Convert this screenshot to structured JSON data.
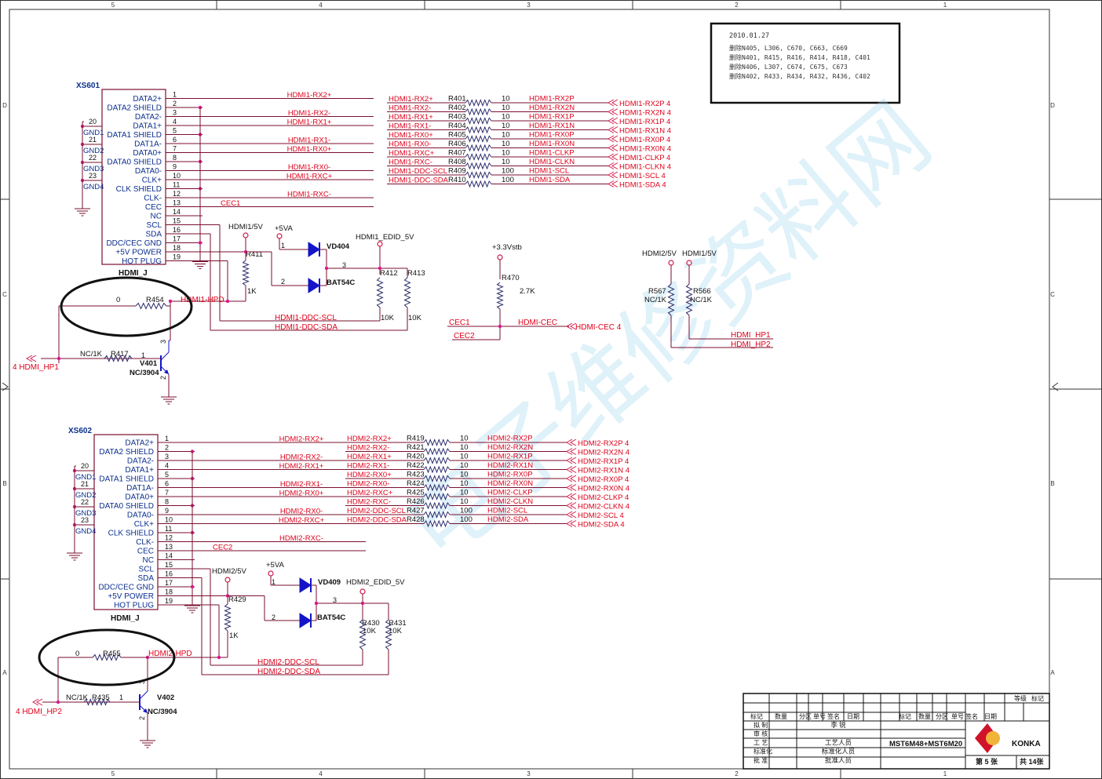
{
  "border": {
    "columns": [
      "5",
      "4",
      "3",
      "2",
      "1"
    ],
    "rows": [
      "D",
      "C",
      "B",
      "A"
    ]
  },
  "notes": {
    "date": "2010.01.27",
    "lines": [
      "删除N405, L306, C670, C663, C669",
      "删除N401, R415, R416, R414, R418, C401",
      "删除N406, L307, C674, C675, C673",
      "删除N402, R433, R434, R432, R436, C402"
    ]
  },
  "watermark": "电子维修资料网",
  "colors": {
    "wire": "#7a0f2e",
    "net": "#e0001a",
    "label": "#0b2f8f",
    "part": "#1414c8",
    "border": "#333333"
  },
  "icons": [
    "ground-icon",
    "power-pin-icon",
    "resistor-icon",
    "diode-icon",
    "transistor-icon",
    "offpage-arrow-icon",
    "connector-arrow-icon"
  ],
  "hdmi1": {
    "ref": "XS601",
    "name": "HDMI_J",
    "pins": [
      "DATA2+",
      "DATA2 SHIELD",
      "DATA2-",
      "DATA1+",
      "DATA1 SHIELD",
      "DAT1A-",
      "DATA0+",
      "DATA0 SHIELD",
      "DATA0-",
      "CLK+",
      "CLK SHIELD",
      "CLK-",
      "CEC",
      "NC",
      "SCL",
      "SDA",
      "DDC/CEC GND",
      "+5V POWER",
      "HOT PLUG"
    ],
    "pin_numbers": [
      "1",
      "2",
      "3",
      "4",
      "5",
      "6",
      "7",
      "8",
      "9",
      "10",
      "11",
      "12",
      "13",
      "14",
      "15",
      "16",
      "17",
      "18",
      "19"
    ],
    "pin_nets": [
      "HDMI1-RX2+",
      "",
      "HDMI1-RX2-",
      "HDMI1-RX1+",
      "",
      "HDMI1-RX1-",
      "HDMI1-RX0+",
      "",
      "HDMI1-RX0-",
      "HDMI1-RXC+",
      "",
      "HDMI1-RXC-",
      "CEC1",
      "",
      "",
      "",
      "",
      "",
      ""
    ],
    "gnd_pins": [
      {
        "n": "20",
        "label": "GND1"
      },
      {
        "n": "21",
        "label": "GND2"
      },
      {
        "n": "22",
        "label": "GND3"
      },
      {
        "n": "23",
        "label": "GND4"
      }
    ],
    "series": {
      "in": [
        "HDMI1-RX2+",
        "HDMI1-RX2-",
        "HDMI1-RX1+",
        "HDMI1-RX1-",
        "HDMI1-RX0+",
        "HDMI1-RX0-",
        "HDMI1-RXC+",
        "HDMI1-RXC-",
        "HDMI1-DDC-SCL",
        "HDMI1-DDC-SDA"
      ],
      "refs": [
        "R401",
        "R402",
        "R403",
        "R404",
        "R405",
        "R406",
        "R407",
        "R408",
        "R409",
        "R410"
      ],
      "vals": [
        "10",
        "10",
        "10",
        "10",
        "10",
        "10",
        "10",
        "10",
        "100",
        "100"
      ],
      "out": [
        "HDMI1-RX2P",
        "HDMI1-RX2N",
        "HDMI1-RX1P",
        "HDMI1-RX1N",
        "HDMI1-RX0P",
        "HDMI1-RX0N",
        "HDMI1-CLKP",
        "HDMI1-CLKN",
        "HDMI1-SCL",
        "HDMI1-SDA"
      ],
      "ports": [
        "HDMI1-RX2P  4",
        "HDMI1-RX2N  4",
        "HDMI1-RX1P  4",
        "HDMI1-RX1N  4",
        "HDMI1-RX0P  4",
        "HDMI1-RX0N  4",
        "HDMI1-CLKP  4",
        "HDMI1-CLKN  4",
        "HDMI1-SCL  4",
        "HDMI1-SDA  4"
      ]
    },
    "pwr_net": "HDMI1/5V",
    "vsupply": "+5VA",
    "diode": "VD404",
    "diode_part": "BAT54C",
    "diode_pins": [
      "1",
      "2",
      "3"
    ],
    "edid_net": "HDMI1_EDID_5V",
    "r411": "R411",
    "r411_val": "1K",
    "r412": "R412",
    "r412_val": "10K",
    "r413": "R413",
    "r413_val": "10K",
    "scl_net": "HDMI1-DDC-SCL",
    "sda_net": "HDMI1-DDC-SDA",
    "r454": "R454",
    "r454_val": "0",
    "hpd_net": "HDMI1-HPD",
    "r417": "R417",
    "r417_val": "NC/1K",
    "q": "V401",
    "q_part": "NC/3904",
    "q_pins": [
      "1",
      "2",
      "3"
    ],
    "hp_port": "4  HDMI_HP1"
  },
  "hdmi2": {
    "ref": "XS602",
    "name": "HDMI_J",
    "pins": [
      "DATA2+",
      "DATA2 SHIELD",
      "DATA2-",
      "DATA1+",
      "DATA1 SHIELD",
      "DAT1A-",
      "DATA0+",
      "DATA0 SHIELD",
      "DATA0-",
      "CLK+",
      "CLK SHIELD",
      "CLK-",
      "CEC",
      "NC",
      "SCL",
      "SDA",
      "DDC/CEC GND",
      "+5V POWER",
      "HOT PLUG"
    ],
    "pin_numbers": [
      "1",
      "2",
      "3",
      "4",
      "5",
      "6",
      "7",
      "8",
      "9",
      "10",
      "11",
      "12",
      "13",
      "14",
      "15",
      "16",
      "17",
      "18",
      "19"
    ],
    "pin_nets": [
      "HDMI2-RX2+",
      "",
      "HDMI2-RX2-",
      "HDMI2-RX1+",
      "",
      "HDMI2-RX1-",
      "HDMI2-RX0+",
      "",
      "HDMI2-RX0-",
      "HDMI2-RXC+",
      "",
      "HDMI2-RXC-",
      "CEC2",
      "",
      "",
      "",
      "",
      "",
      ""
    ],
    "gnd_pins": [
      {
        "n": "20",
        "label": "GND1"
      },
      {
        "n": "21",
        "label": "GND2"
      },
      {
        "n": "22",
        "label": "GND3"
      },
      {
        "n": "23",
        "label": "GND4"
      }
    ],
    "series": {
      "in": [
        "HDMI2-RX2+",
        "HDMI2-RX2-",
        "HDMI2-RX1+",
        "HDMI2-RX1-",
        "HDMI2-RX0+",
        "HDMI2-RX0-",
        "HDMI2-RXC+",
        "HDMI2-RXC-",
        "HDMI2-DDC-SCL",
        "HDMI2-DDC-SDA"
      ],
      "refs": [
        "R419",
        "R421",
        "R420",
        "R422",
        "R423",
        "R424",
        "R425",
        "R426",
        "R427",
        "R428"
      ],
      "vals": [
        "10",
        "10",
        "10",
        "10",
        "10",
        "10",
        "10",
        "10",
        "100",
        "100"
      ],
      "out": [
        "HDMI2-RX2P",
        "HDMI2-RX2N",
        "HDMI2-RX1P",
        "HDMI2-RX1N",
        "HDMI2-RX0P",
        "HDMI2-RX0N",
        "HDMI2-CLKP",
        "HDMI2-CLKN",
        "HDMI2-SCL",
        "HDMI2-SDA"
      ],
      "ports": [
        "HDMI2-RX2P  4",
        "HDMI2-RX2N  4",
        "HDMI2-RX1P  4",
        "HDMI2-RX1N  4",
        "HDMI2-RX0P  4",
        "HDMI2-RX0N  4",
        "HDMI2-CLKP  4",
        "HDMI2-CLKN  4",
        "HDMI2-SCL  4",
        "HDMI2-SDA  4"
      ]
    },
    "pwr_net": "HDMI2/5V",
    "vsupply": "+5VA",
    "diode": "VD409",
    "diode_part": "BAT54C",
    "diode_pins": [
      "1",
      "2",
      "3"
    ],
    "edid_net": "HDMI2_EDID_5V",
    "r429": "R429",
    "r429_val": "1K",
    "r430": "R430",
    "r430_val": "10K",
    "r431": "R431",
    "r431_val": "10K",
    "scl_net": "HDMI2-DDC-SCL",
    "sda_net": "HDMI2-DDC-SDA",
    "r455": "R455",
    "r455_val": "0",
    "hpd_net": "HDMI2-HPD",
    "r435": "R435",
    "r435_val": "NC/1K",
    "q": "V402",
    "q_part": "NC/3904",
    "q_pins": [
      "1",
      "2",
      "3"
    ],
    "hp_port": "4  HDMI_HP2"
  },
  "cec": {
    "supply": "+3.3Vstb",
    "r470": "R470",
    "r470_val": "2.7K",
    "in1": "CEC1",
    "in2": "CEC2",
    "net": "HDMI-CEC",
    "port": "HDMI-CEC  4"
  },
  "hp": {
    "p2": "HDMI2/5V",
    "p1": "HDMI1/5V",
    "r567": "R567",
    "r567_val": "NC/1K",
    "r566": "R566",
    "r566_val": "NC/1K",
    "out1": "HDMI_HP1",
    "out2": "HDMI_HP2"
  },
  "title_block": {
    "grade": "等级",
    "mark": "标记",
    "hdr_left": [
      "标记",
      "数量",
      "分区",
      "单号",
      "签名",
      "日期"
    ],
    "hdr_right": [
      "标记",
      "数量",
      "分区",
      "单号",
      "签名",
      "日期"
    ],
    "roles": [
      "拟 制",
      "审 核",
      "工 艺",
      "标准化",
      "批 准"
    ],
    "names": [
      "李 锐",
      "",
      "工艺人员",
      "标准化人员",
      "批准人员"
    ],
    "model": "MST6M48+MST6M20",
    "brand": "KONKA",
    "sheet": "第 5 张",
    "total": "共 14张"
  }
}
